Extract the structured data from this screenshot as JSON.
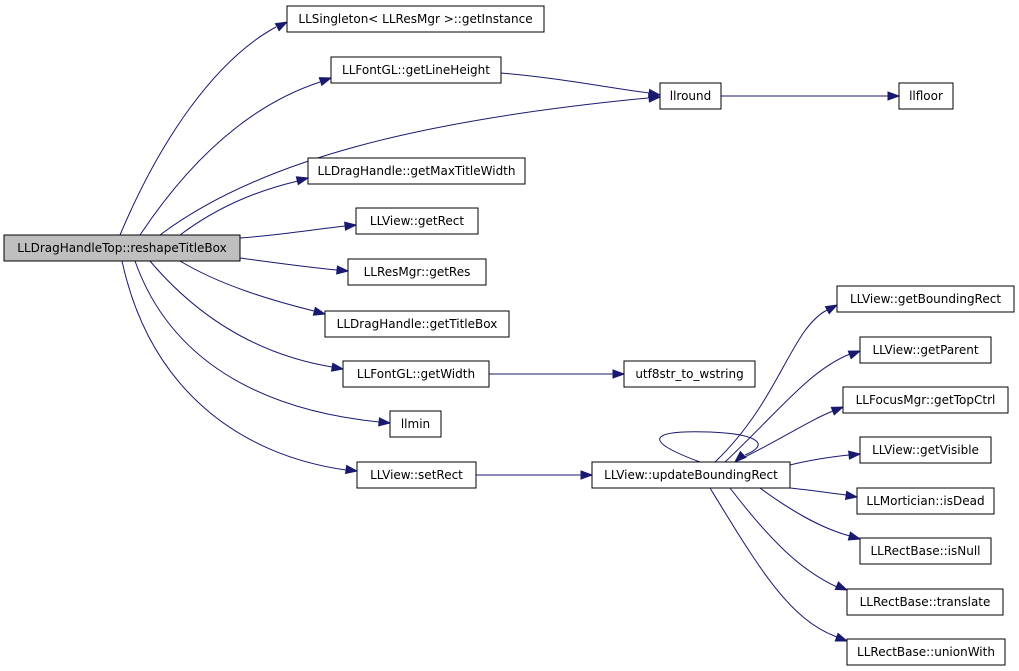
{
  "graph": {
    "edge_color": "#191970",
    "root_fill": "#bfbfbf",
    "nodes": [
      {
        "id": "root",
        "label": "LLDragHandleTop::reshapeTitleBox"
      },
      {
        "id": "singleton",
        "label": "LLSingleton< LLResMgr >::getInstance"
      },
      {
        "id": "lineheight",
        "label": "LLFontGL::getLineHeight"
      },
      {
        "id": "llround",
        "label": "llround"
      },
      {
        "id": "llfloor",
        "label": "llfloor"
      },
      {
        "id": "maxtitle",
        "label": "LLDragHandle::getMaxTitleWidth"
      },
      {
        "id": "getrect",
        "label": "LLView::getRect"
      },
      {
        "id": "getres",
        "label": "LLResMgr::getRes"
      },
      {
        "id": "titlebox",
        "label": "LLDragHandle::getTitleBox"
      },
      {
        "id": "getwidth",
        "label": "LLFontGL::getWidth"
      },
      {
        "id": "utf8",
        "label": "utf8str_to_wstring"
      },
      {
        "id": "llmin",
        "label": "llmin"
      },
      {
        "id": "setrect",
        "label": "LLView::setRect"
      },
      {
        "id": "updbound",
        "label": "LLView::updateBoundingRect"
      },
      {
        "id": "getbound",
        "label": "LLView::getBoundingRect"
      },
      {
        "id": "getparent",
        "label": "LLView::getParent"
      },
      {
        "id": "topctrl",
        "label": "LLFocusMgr::getTopCtrl"
      },
      {
        "id": "visible",
        "label": "LLView::getVisible"
      },
      {
        "id": "isdead",
        "label": "LLMortician::isDead"
      },
      {
        "id": "isnull",
        "label": "LLRectBase::isNull"
      },
      {
        "id": "translate",
        "label": "LLRectBase::translate"
      },
      {
        "id": "unionwith",
        "label": "LLRectBase::unionWith"
      }
    ],
    "edges": [
      {
        "from": "root",
        "to": "singleton"
      },
      {
        "from": "root",
        "to": "lineheight"
      },
      {
        "from": "root",
        "to": "llround"
      },
      {
        "from": "root",
        "to": "maxtitle"
      },
      {
        "from": "root",
        "to": "getrect"
      },
      {
        "from": "root",
        "to": "getres"
      },
      {
        "from": "root",
        "to": "titlebox"
      },
      {
        "from": "root",
        "to": "getwidth"
      },
      {
        "from": "root",
        "to": "llmin"
      },
      {
        "from": "root",
        "to": "setrect"
      },
      {
        "from": "lineheight",
        "to": "llround"
      },
      {
        "from": "llround",
        "to": "llfloor"
      },
      {
        "from": "getwidth",
        "to": "utf8"
      },
      {
        "from": "setrect",
        "to": "updbound"
      },
      {
        "from": "updbound",
        "to": "updbound"
      },
      {
        "from": "updbound",
        "to": "getbound"
      },
      {
        "from": "updbound",
        "to": "getparent"
      },
      {
        "from": "updbound",
        "to": "topctrl"
      },
      {
        "from": "updbound",
        "to": "visible"
      },
      {
        "from": "updbound",
        "to": "isdead"
      },
      {
        "from": "updbound",
        "to": "isnull"
      },
      {
        "from": "updbound",
        "to": "translate"
      },
      {
        "from": "updbound",
        "to": "unionwith"
      }
    ]
  }
}
